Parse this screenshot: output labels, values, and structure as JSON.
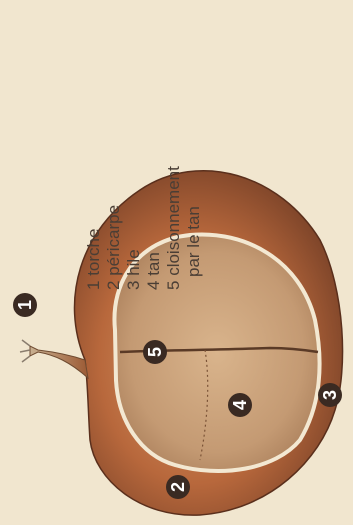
{
  "legend": {
    "items": [
      {
        "number": "1",
        "label": "torche"
      },
      {
        "number": "2",
        "label": "péricarpe"
      },
      {
        "number": "3",
        "label": "hile"
      },
      {
        "number": "4",
        "label": "tan"
      },
      {
        "number": "5",
        "label": "cloisonnement",
        "label_cont": "par le tan"
      }
    ]
  },
  "markers": [
    "1",
    "2",
    "3",
    "4",
    "5"
  ],
  "colors": {
    "background": "#f1e6cf",
    "pericarp": "#a0512d",
    "tan": "#c9a07a",
    "marker": "#3a2a22",
    "text": "#4a3e35"
  }
}
